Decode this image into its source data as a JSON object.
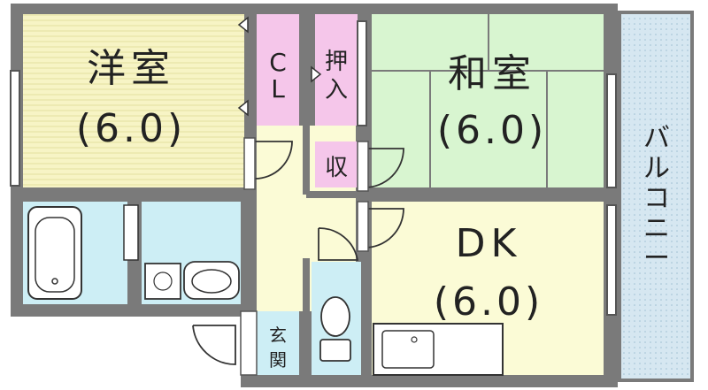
{
  "rooms": {
    "western_room": {
      "name": "洋室",
      "size": "(6.0)"
    },
    "japanese_room": {
      "name": "和室",
      "size": "(6.0)"
    },
    "dining_kitchen": {
      "name": "DK",
      "size": "(6.0)"
    },
    "closet": {
      "label_1": "C",
      "label_2": "L"
    },
    "oshiire": {
      "label_1": "押",
      "label_2": "入"
    },
    "storage": {
      "label": "収"
    },
    "balcony": {
      "chars": [
        "バ",
        "ル",
        "コ",
        "ニ",
        "ー"
      ]
    },
    "entrance": {
      "label_1": "玄",
      "label_2": "関"
    }
  },
  "colors": {
    "western_floor": "#f7f4c5",
    "japanese_floor": "#d8f5d0",
    "dk_floor": "#fbfbd6",
    "closet": "#f5c6ea",
    "wet_area": "#cdeef5",
    "balcony": "#cfe3ee",
    "wall": "#7a7a7a"
  }
}
